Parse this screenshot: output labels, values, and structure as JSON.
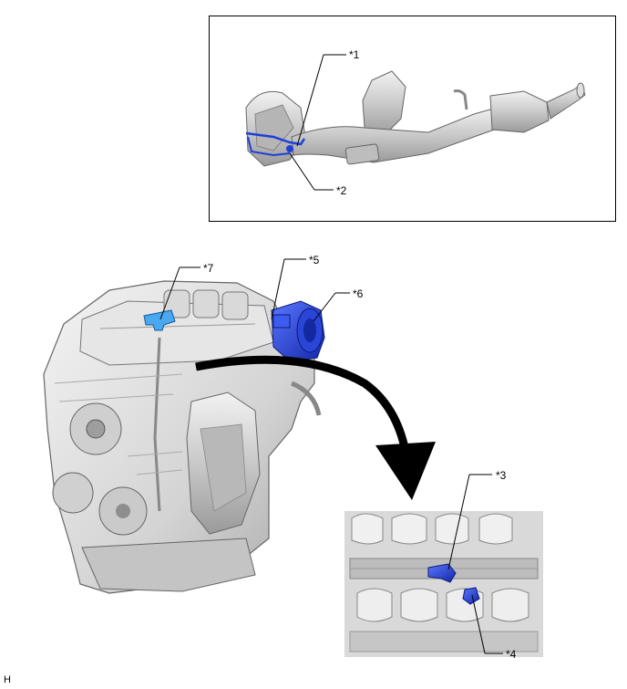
{
  "callouts": {
    "c1": "*1",
    "c2": "*2",
    "c3": "*3",
    "c4": "*4",
    "c5": "*5",
    "c6": "*6",
    "c7": "*7"
  },
  "figure_code": "H",
  "colors": {
    "highlight": "#1f3fd6",
    "highlight_light": "#4aa8f0",
    "metal": "#cfcfcf",
    "outline": "#555555",
    "arrow": "#000000"
  }
}
